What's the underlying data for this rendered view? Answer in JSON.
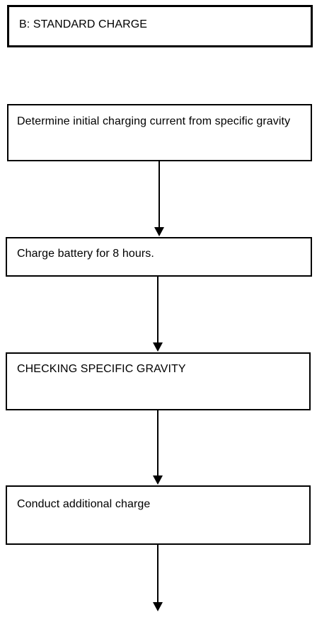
{
  "title": "B: STANDARD CHARGE",
  "steps": [
    {
      "text": "Determine initial charging current from specific gravity"
    },
    {
      "text": "Charge battery for 8 hours."
    },
    {
      "text": "CHECKING SPECIFIC GRAVITY"
    },
    {
      "text": "Conduct additional charge"
    }
  ]
}
